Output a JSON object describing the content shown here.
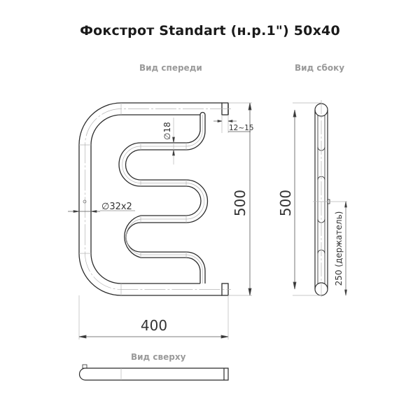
{
  "title": "Фокстрот Standart (н.р.1\") 50x40",
  "views": {
    "front": "Вид спереди",
    "side": "Вид сбоку",
    "top": "Вид сверху"
  },
  "dimensions": {
    "width": "400",
    "height_front": "500",
    "height_side": "500",
    "inner_pipe_diameter": "∅18",
    "outer_pipe": "∅32x2",
    "offset": "12~15",
    "holder": "250 (держатель)"
  },
  "colors": {
    "line": "#2b2b2b",
    "thin_line": "#9a9a9a",
    "label": "#9a9a9a"
  }
}
